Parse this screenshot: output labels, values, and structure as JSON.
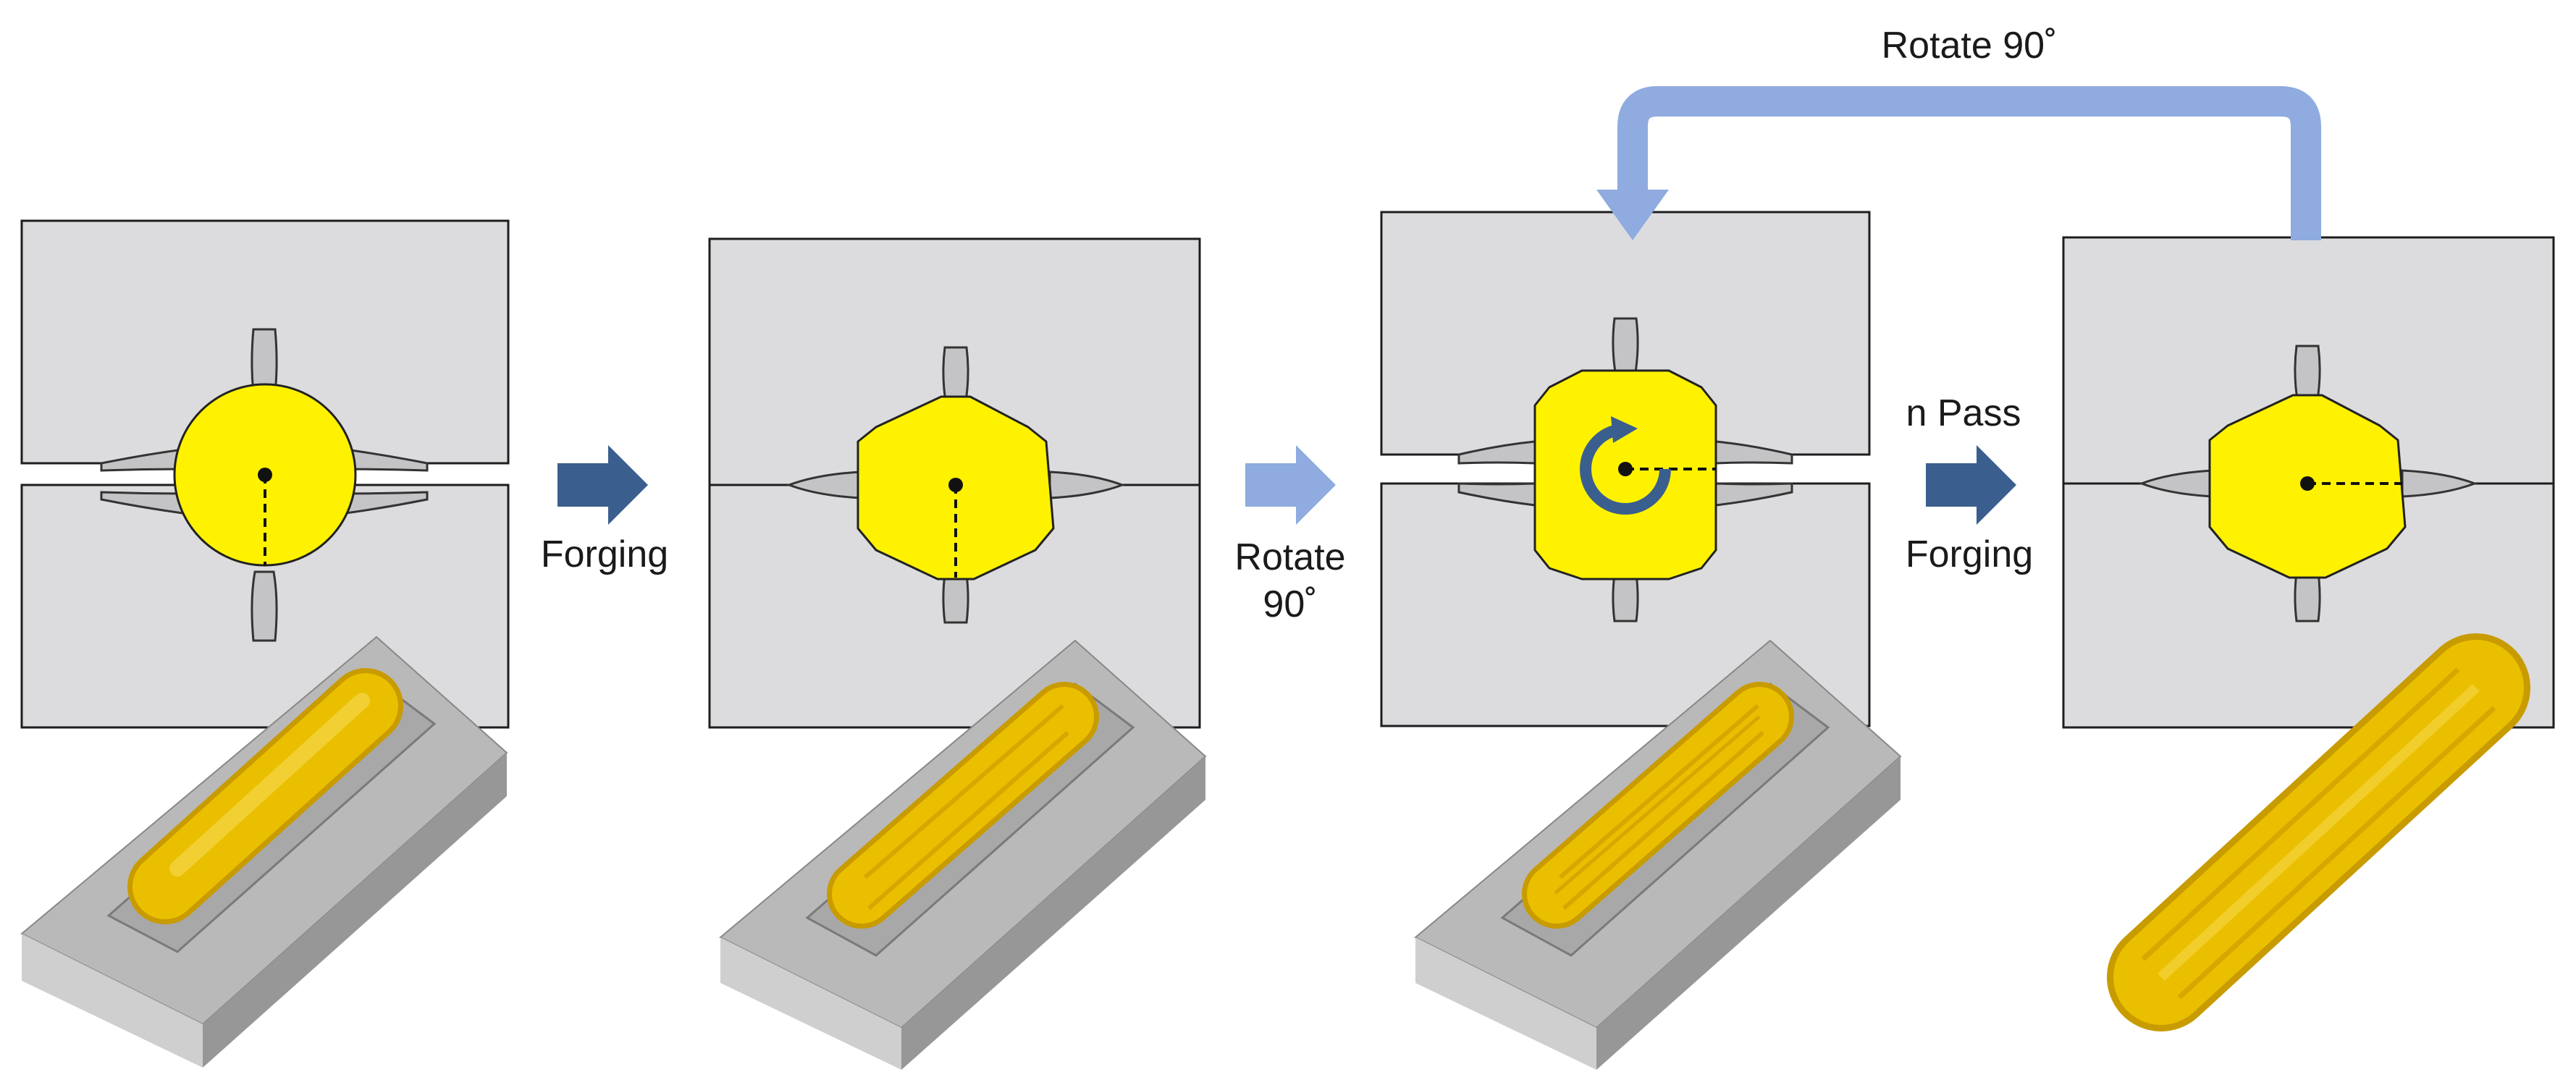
{
  "labels": {
    "forging": "Forging",
    "rotate_line1": "Rotate",
    "rotate_line2": "90˚",
    "n_pass": "n Pass",
    "forging2": "Forging",
    "rotate_top": "Rotate 90˚"
  },
  "colors": {
    "die": "#dcdcde",
    "die_stroke": "#1e1e1e",
    "workpiece": "#fff200",
    "rod": "#eabf00",
    "arrow_dark": "#3a5f8f",
    "arrow_light": "#8fabdf",
    "block_top": "#b9b9b9",
    "block_front": "#cfcfcf",
    "block_side": "#979797"
  },
  "icons": [
    "center-dot",
    "radius-dashed-line",
    "rotation-arrow-icon",
    "right-arrow-icon",
    "down-arrow-icon"
  ]
}
